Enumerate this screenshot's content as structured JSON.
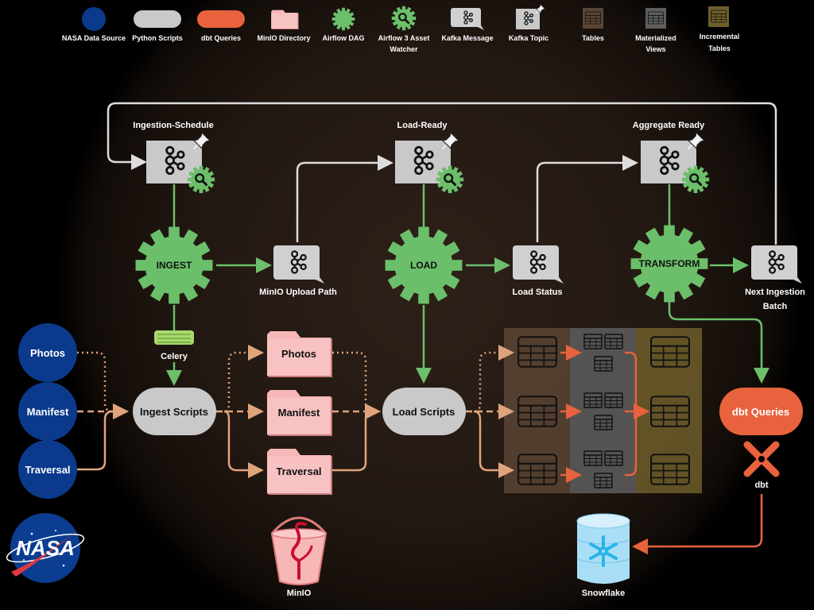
{
  "colors": {
    "nasa_blue": "#0b3a8c",
    "python_gray": "#c9c9c9",
    "dbt_orange": "#e8623d",
    "minio_pink": "#f7b7b7",
    "airflow_green": "#6cbf6a",
    "kafka_gray": "#d0d0d0",
    "tables_brown": "#5a4534",
    "materialized_gray": "#5e5e5e",
    "incremental_olive": "#6e5e2a"
  },
  "legend": {
    "nasa": "NASA Data Source",
    "python": "Python Scripts",
    "dbt": "dbt Queries",
    "minio": "MinIO Directory",
    "dag": "Airflow DAG",
    "watcher_1": "Airflow 3 Asset",
    "watcher_2": "Watcher",
    "kafka_msg": "Kafka Message",
    "kafka_topic": "Kafka Topic",
    "tables": "Tables",
    "materialized_1": "Materialized",
    "materialized_2": "Views",
    "incremental_1": "Incremental",
    "incremental_2": "Tables"
  },
  "topics": {
    "ingestion_schedule": "Ingestion-Schedule",
    "load_ready": "Load-Ready",
    "aggregate_ready": "Aggregate Ready"
  },
  "dags": {
    "ingest": "INGEST",
    "load": "LOAD",
    "transform": "TRANSFORM"
  },
  "messages": {
    "minio_upload_path": "MinIO Upload Path",
    "load_status": "Load Status",
    "next_batch_1": "Next Ingestion",
    "next_batch_2": "Batch"
  },
  "sources": [
    "Photos",
    "Manifest",
    "Traversal"
  ],
  "minio_dirs": [
    "Photos",
    "Manifest",
    "Traversal"
  ],
  "scripts": {
    "celery": "Celery",
    "ingest": "Ingest Scripts",
    "load": "Load Scripts",
    "dbt_queries": "dbt Queries"
  },
  "logos": {
    "nasa": "NASA",
    "minio": "MinIO",
    "snowflake": "Snowflake",
    "dbt": "dbt"
  },
  "icons": [
    "kafka-icon",
    "pin-icon",
    "gear-icon",
    "magnifier-icon",
    "table-icon",
    "snowflake-icon",
    "celery-icon",
    "flamingo-icon"
  ]
}
